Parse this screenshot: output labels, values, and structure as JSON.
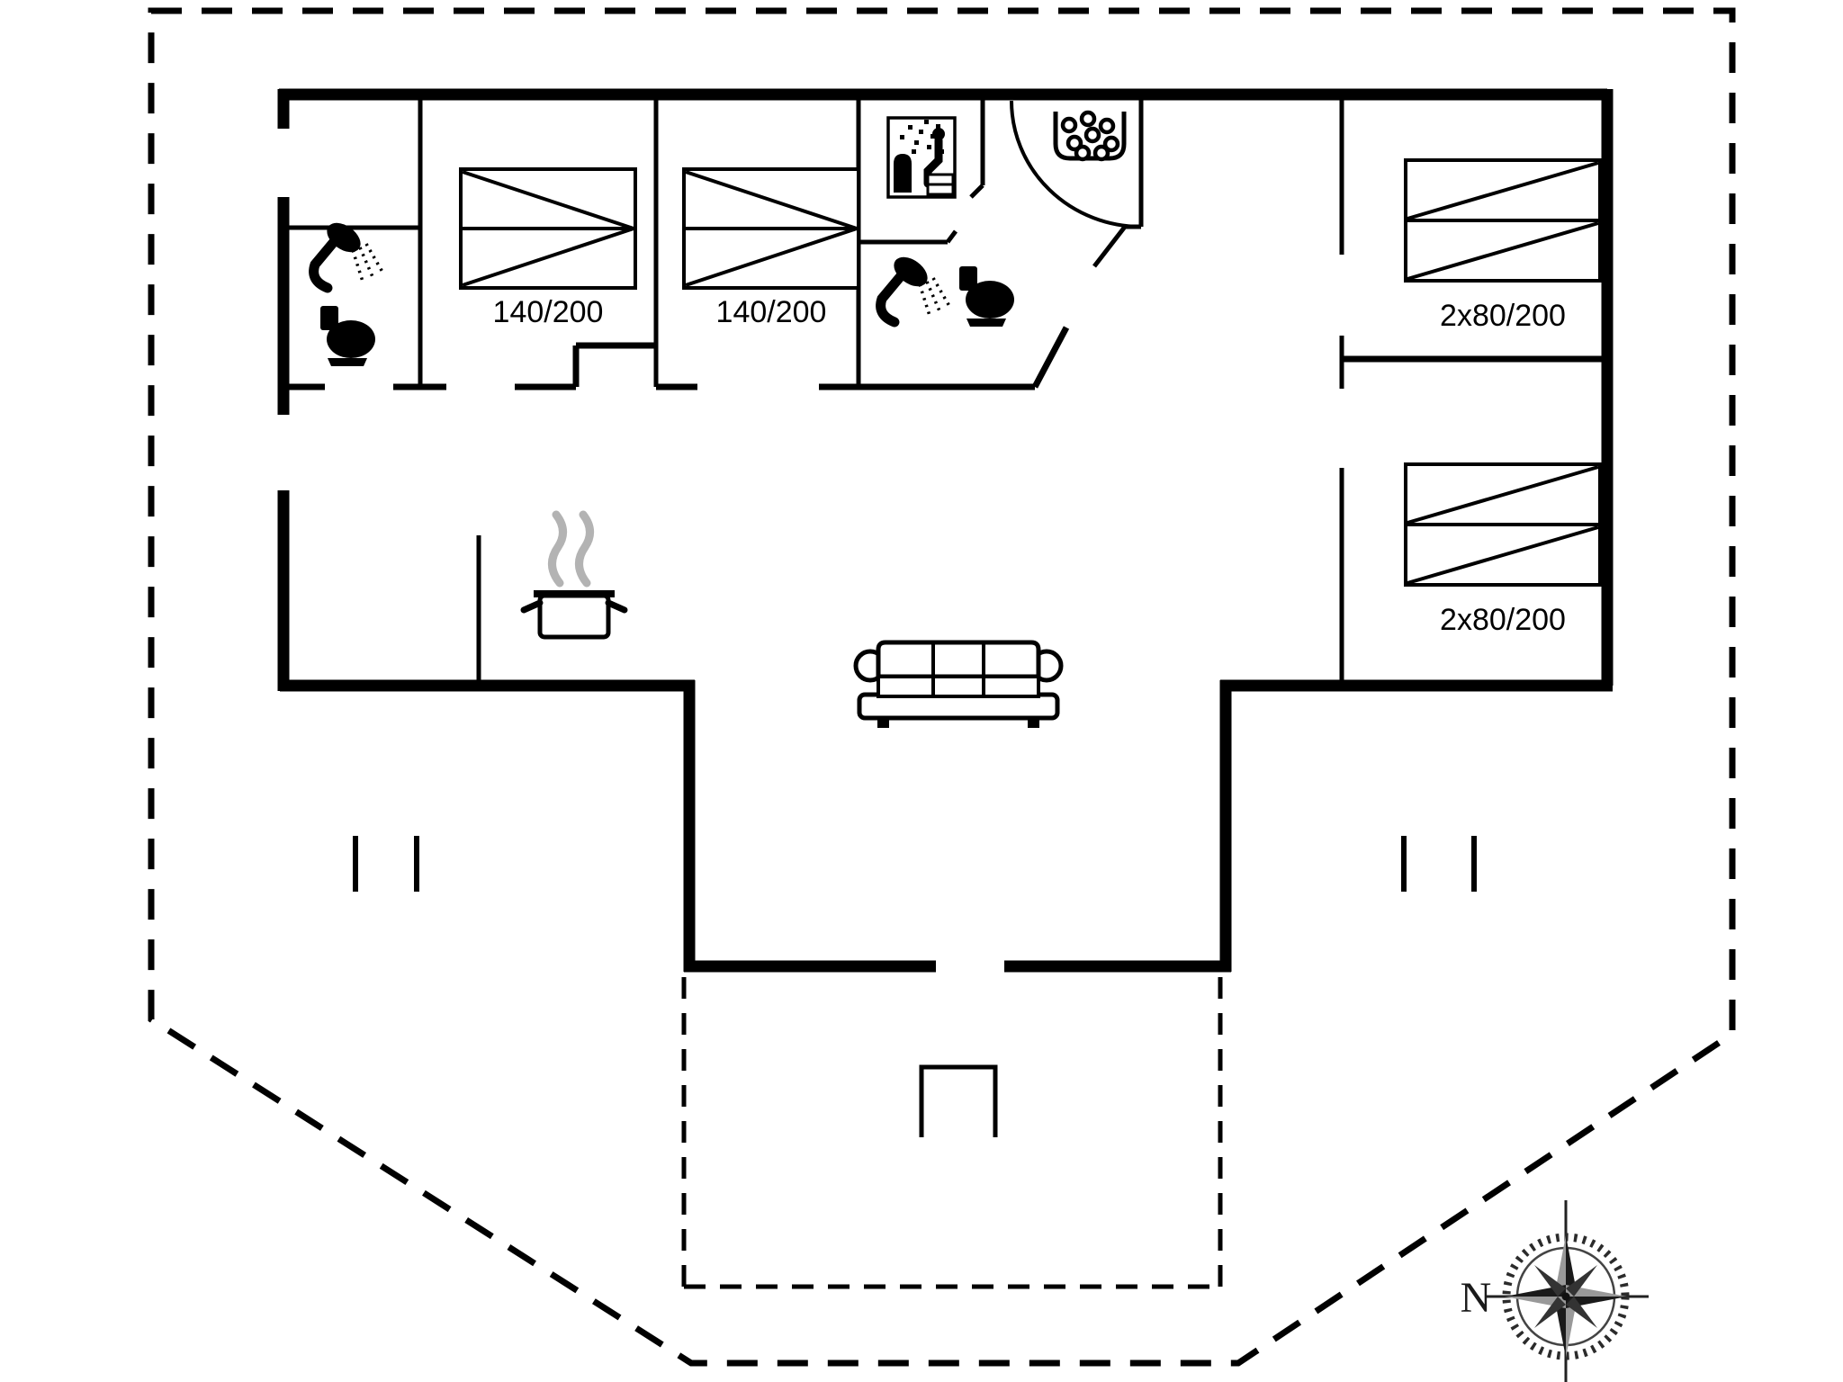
{
  "page": {
    "type": "floor-plan",
    "background": "#ffffff",
    "wall_color": "#000000",
    "steam_color": "#b3b3b3",
    "compass_color": "#222222"
  },
  "rooms": {
    "bedroom_1": {
      "bed_label": "140/200"
    },
    "bedroom_2": {
      "bed_label": "140/200"
    },
    "bedroom_3": {
      "bed_label": "2x80/200"
    },
    "bedroom_4": {
      "bed_label": "2x80/200"
    }
  },
  "compass": {
    "north_label": "N"
  },
  "icons": [
    "shower-icon",
    "toilet-icon",
    "sauna-icon",
    "whirlpool-icon",
    "door-swing-arc",
    "stove-pot-icon",
    "steam-icon",
    "sofa-icon",
    "terrace-step-icon",
    "window-post-mark",
    "compass-rose-icon"
  ]
}
